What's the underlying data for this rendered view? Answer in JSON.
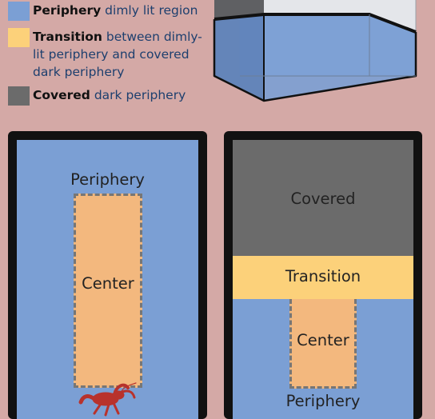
{
  "legend": [
    {
      "term": "Periphery",
      "desc": "dimly lit region",
      "color": "#7b9fd4"
    },
    {
      "term": "Transition",
      "desc": "between dimly-lit periphery and covered  dark periphery",
      "color": "#fcd17a"
    },
    {
      "term": "Covered",
      "desc": "dark periphery",
      "color": "#6b6b6b"
    }
  ],
  "left_panel": {
    "periphery": "Periphery",
    "center": "Center"
  },
  "right_panel": {
    "covered": "Covered",
    "transition": "Transition",
    "center": "Center",
    "periphery": "Periphery"
  },
  "colors": {
    "background": "#d4a9a6",
    "frame": "#111111",
    "periphery": "#7b9fd4",
    "center": "#f3b87e",
    "transition": "#fcd17a",
    "covered": "#6b6b6b",
    "crayfish": "#b8322c",
    "dash": "#767676"
  }
}
